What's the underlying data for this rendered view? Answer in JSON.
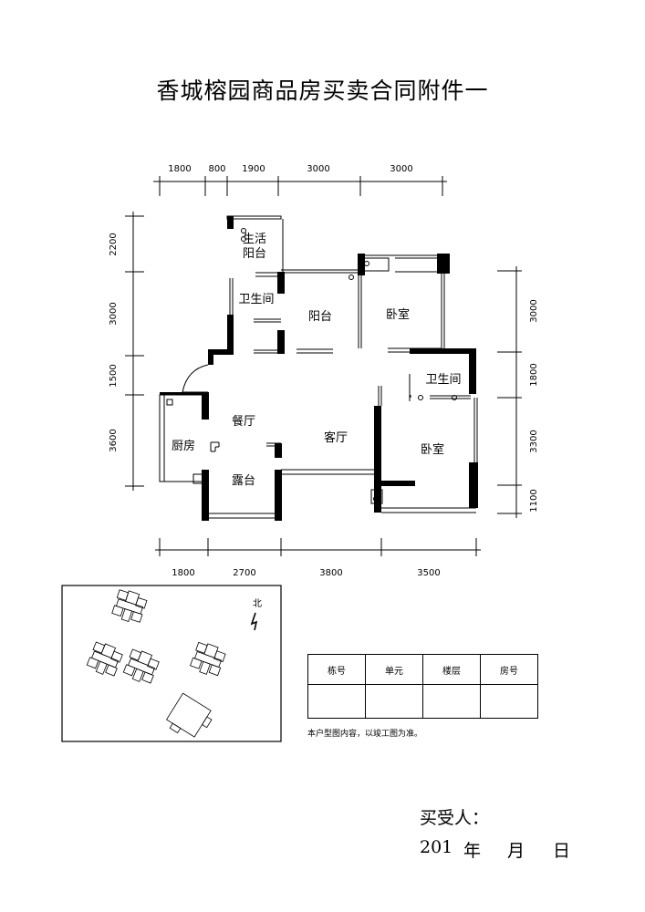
{
  "title": "香城榕园商品房买卖合同附件一",
  "dimensions": {
    "top": [
      "1800",
      "800",
      "1900",
      "3000",
      "3000"
    ],
    "bottom": [
      "1800",
      "2700",
      "3800",
      "3500"
    ],
    "left": [
      "2200",
      "3000",
      "1500",
      "3600"
    ],
    "right": [
      "3000",
      "1800",
      "3300",
      "1100"
    ]
  },
  "rooms": {
    "living_balcony": "生活\n阳台",
    "living_balcony_l1": "生活",
    "living_balcony_l2": "阳台",
    "bathroom_left": "卫生间",
    "balcony": "阳台",
    "bedroom_top": "卧室",
    "bathroom_right": "卫生间",
    "dining": "餐厅",
    "kitchen": "厨房",
    "living": "客厅",
    "terrace": "露台",
    "bedroom_bottom": "卧室"
  },
  "site_map": {
    "north_label": "北"
  },
  "info_table": {
    "headers": [
      "栋号",
      "单元",
      "楼层",
      "房号"
    ],
    "values": [
      "",
      "",
      "",
      ""
    ]
  },
  "note": "本户型图内容，以竣工图为准。",
  "signature": {
    "label": "买受人："
  },
  "date": {
    "year": "201",
    "year_unit": "年",
    "month_unit": "月",
    "day_unit": "日"
  }
}
